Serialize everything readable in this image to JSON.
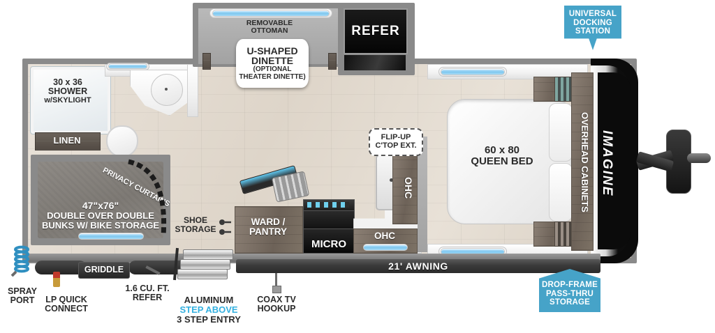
{
  "title": "Grand Design Imagine Travel Trailer Floorplan",
  "brand": {
    "logo_text": "IMAGINE"
  },
  "badges": [
    {
      "name": "universal-docking-station",
      "text": "UNIVERSAL\nDOCKING\nSTATION",
      "line1": "UNIVERSAL",
      "line2": "DOCKING",
      "line3": "STATION",
      "color": "#46a3c8",
      "pointer": "down"
    },
    {
      "name": "drop-frame-pass-thru-storage",
      "line1": "DROP-FRAME",
      "line2": "PASS-THRU",
      "line3": "STORAGE",
      "color": "#46a3c8",
      "pointer": "up"
    }
  ],
  "rooms": {
    "shower": {
      "line1": "30 x 36",
      "line2": "SHOWER",
      "line3": "w/SKYLIGHT"
    },
    "linen": "LINEN",
    "bunks": {
      "line1": "47\"x76\"",
      "line2": "DOUBLE OVER DOUBLE",
      "line3": "BUNKS W/ BIKE STORAGE"
    },
    "privacy_curtains": "PRIVACY CURTAINS",
    "shoe_storage": {
      "line1": "SHOE",
      "line2": "STORAGE"
    },
    "ward_pantry": {
      "line1": "WARD /",
      "line2": "PANTRY"
    },
    "micro": "MICRO",
    "ohc_low": "OHC",
    "ohc_vertical": "OHC",
    "flip_up": {
      "line1": "FLIP-UP",
      "line2": "C'TOP EXT."
    },
    "refer": "REFER",
    "removable_ottoman": {
      "line1": "REMOVABLE",
      "line2": "OTTOMAN"
    },
    "dinette": {
      "line1": "U-SHAPED",
      "line2": "DINETTE",
      "line3": "(OPTIONAL",
      "line4": "THEATER DINETTE)"
    },
    "queen_bed": {
      "line1": "60 x 80",
      "line2": "QUEEN BED"
    },
    "overhead_cabinets": "OVERHEAD CABINETS"
  },
  "exterior": {
    "awning": "21' AWNING",
    "griddle": "GRIDDLE",
    "spray_port": {
      "line1": "SPRAY",
      "line2": "PORT"
    },
    "lp_quick_connect": {
      "line1": "LP QUICK",
      "line2": "CONNECT"
    },
    "refer_exterior": {
      "line1": "1.6 CU. FT.",
      "line2": "REFER"
    },
    "entry_steps": {
      "line1": "ALUMINUM",
      "line2": "STEP ABOVE",
      "line3": "3 STEP ENTRY",
      "accent_color": "#33b0e0"
    },
    "coax": {
      "line1": "COAX TV",
      "line2": "HOOKUP"
    }
  }
}
